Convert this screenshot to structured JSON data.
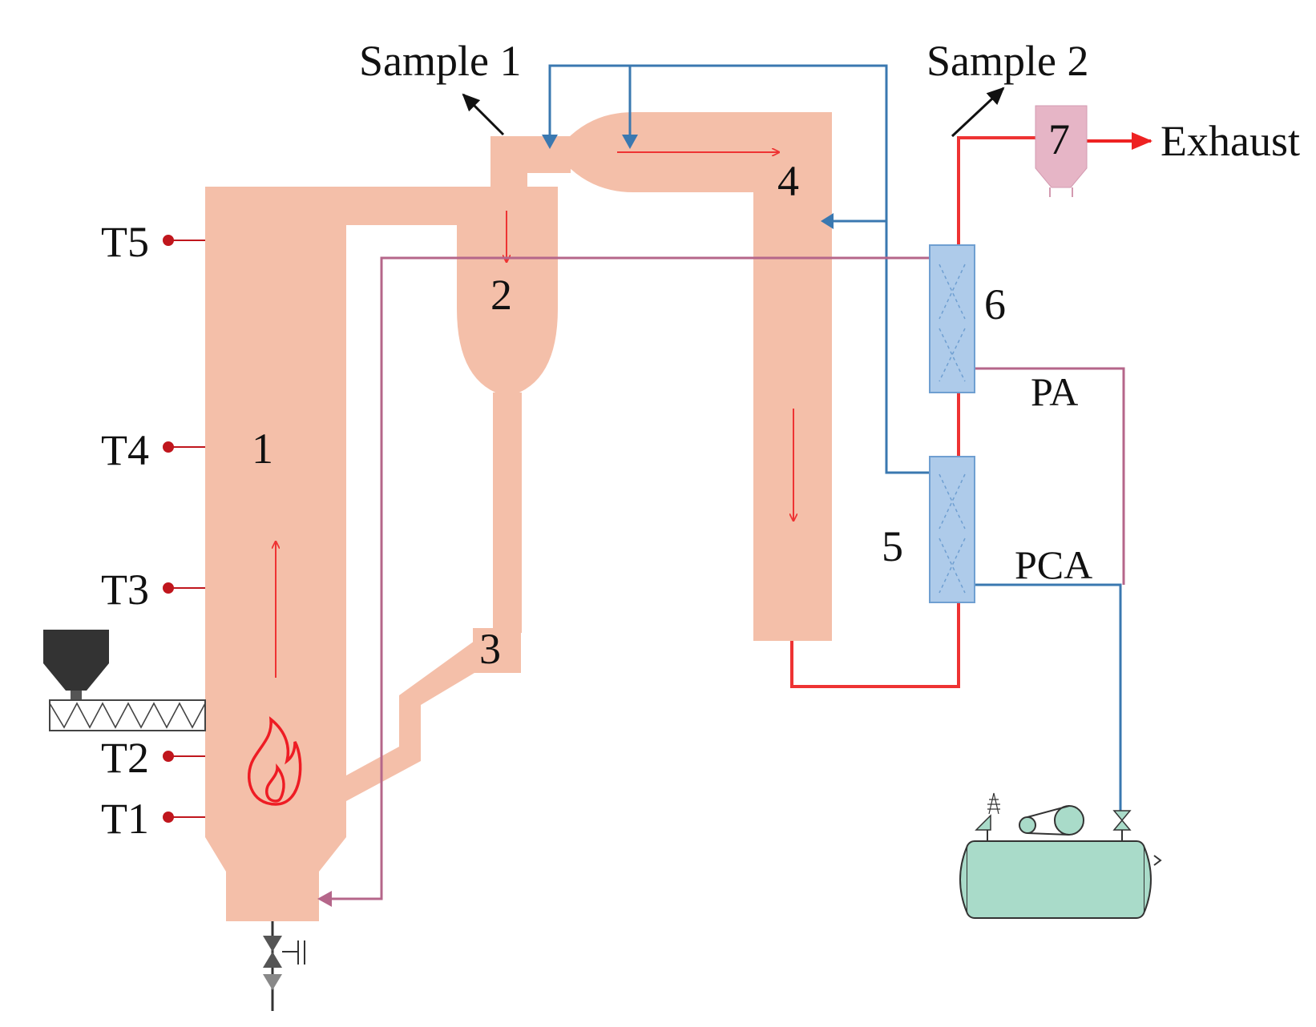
{
  "labels": {
    "sample1": "Sample 1",
    "sample2": "Sample 2",
    "exhaust": "Exhaust",
    "pa": "PA",
    "pca": "PCA",
    "n1": "1",
    "n2": "2",
    "n3": "3",
    "n4": "4",
    "n5": "5",
    "n6": "6",
    "n7": "7",
    "t1": "T1",
    "t2": "T2",
    "t3": "T3",
    "t4": "T4",
    "t5": "T5"
  },
  "colors": {
    "vessel": "#f4bfa9",
    "flue_gas_line": "#ee3333",
    "air_line": "#3a78b0",
    "return_line": "#b5668a",
    "preheater": "#aecbea",
    "preheater_border": "#6f9fd1",
    "bag_filter": "#e6b5c6",
    "tank": "#a9dbc9",
    "hopper": "#333333",
    "thermocouple": "#c0161d",
    "flame": "#ee1c24"
  },
  "icons": {
    "flame": "flame-icon",
    "valve": "valve-icon",
    "hopper": "hopper-icon",
    "screw": "screw-feeder-icon",
    "compressor": "air-compressor-icon"
  }
}
